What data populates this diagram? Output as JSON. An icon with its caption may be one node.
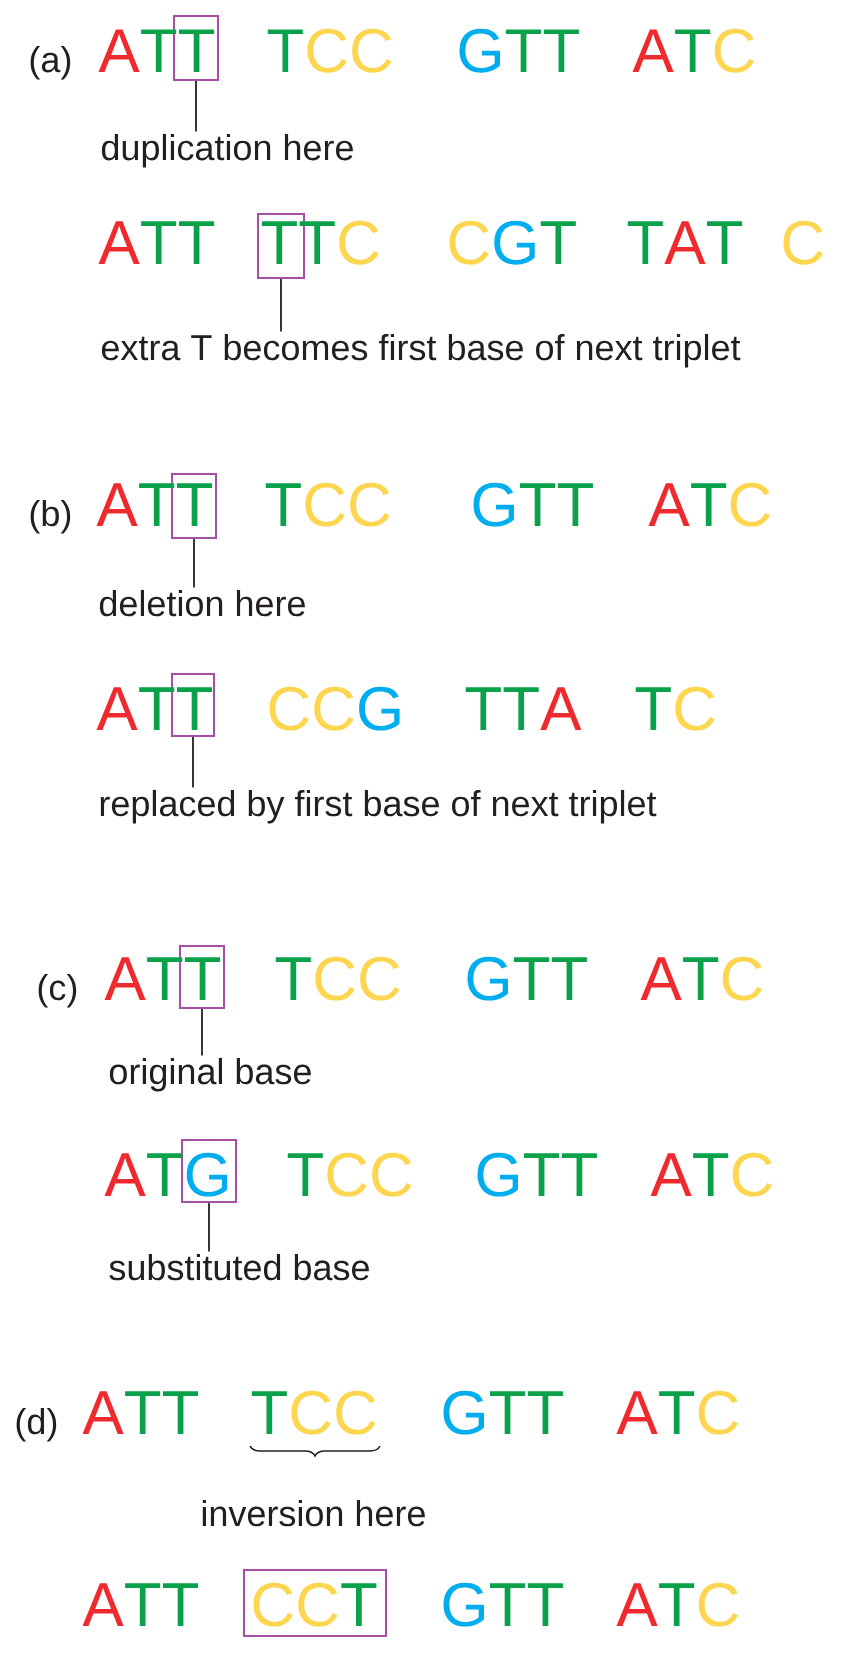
{
  "diagram": {
    "nodes": [
      {
        "text": [],
        "shape": "box"
      },
      {
        "text": [
          "duplication here"
        ]
      },
      {
        "text": [],
        "shape": "box"
      },
      {
        "text": [
          "extra T becomes first base of next triplet"
        ]
      },
      {
        "text": [],
        "shape": "box"
      },
      {
        "text": [
          "deletion here"
        ]
      },
      {
        "text": [],
        "shape": "box"
      },
      {
        "text": [
          "replaced by first base of next triplet"
        ]
      },
      {
        "text": [],
        "shape": "box"
      },
      {
        "text": [
          "original base"
        ]
      },
      {
        "text": [],
        "shape": "box"
      },
      {
        "text": [
          "substituted base"
        ]
      },
      {
        "text": [],
        "shape": "box"
      }
    ],
    "edges": [
      {
        "from": 1,
        "to": 0,
        "arrow": "none"
      },
      {
        "from": 3,
        "to": 2,
        "arrow": "none"
      },
      {
        "from": 5,
        "to": 4,
        "arrow": "none"
      },
      {
        "from": 7,
        "to": 6,
        "arrow": "none"
      },
      {
        "from": 9,
        "to": 8,
        "arrow": "none"
      },
      {
        "from": 11,
        "to": 10,
        "arrow": "none"
      }
    ],
    "labels": [
      "(a)",
      "ATT",
      "TCC",
      "GTT",
      "ATC",
      "ATT",
      "TTC",
      "CGT",
      "TAT",
      "C",
      "(b)",
      "ATT",
      "TCC",
      "GTT",
      "ATC",
      "ATT",
      "CCG",
      "TTA",
      "TC",
      "(c)",
      "ATT",
      "TCC",
      "GTT",
      "ATC",
      "ATG",
      "TCC",
      "GTT",
      "ATC",
      "(d)",
      "ATT",
      "TCC",
      "GTT",
      "ATC",
      "inversion here",
      "ATT",
      "CCT",
      "GTT",
      "ATC"
    ]
  }
}
